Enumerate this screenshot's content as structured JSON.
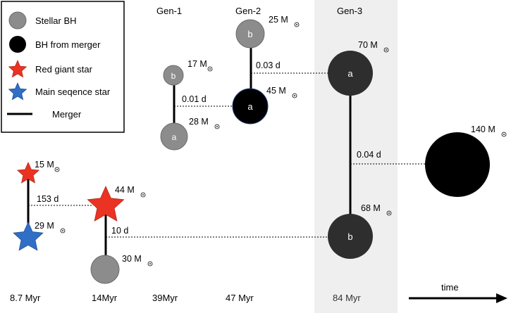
{
  "legend": {
    "items": [
      {
        "label": "Stellar BH",
        "symbol": "stellar-bh"
      },
      {
        "label": "BH from merger",
        "symbol": "merger-bh"
      },
      {
        "label": "Red giant star",
        "symbol": "red-giant"
      },
      {
        "label": "Main seqence star",
        "symbol": "main-sequence"
      },
      {
        "label": "Merger",
        "symbol": "merger-line"
      }
    ]
  },
  "generations": {
    "gen1": "Gen-1",
    "gen2": "Gen-2",
    "gen3": "Gen-3"
  },
  "separations": {
    "binary_stars": "153 d",
    "stars_to_gen3": "10 d",
    "gen1_to_gen2": "0.01 d",
    "gen2_to_gen3": "0.03 d",
    "gen3_to_final": "0.04 d"
  },
  "masses": {
    "red_giant_small": "15",
    "main_sequence": "29",
    "red_giant_large": "44",
    "stellar_bh_bottom": "30",
    "gen1_b": "17",
    "gen1_a": "28",
    "gen2_b": "25",
    "gen2_a": "45",
    "gen3_a": "70",
    "gen3_b": "68",
    "final": "140",
    "unit_symbol": "M"
  },
  "body_labels": {
    "gen1_b": "b",
    "gen1_a": "a",
    "gen2_b": "b",
    "gen2_a": "a",
    "gen3_a": "a",
    "gen3_b": "b"
  },
  "timeline": {
    "times": [
      "8.7 Myr",
      "14Myr",
      "39Myr",
      "47 Myr",
      "84 Myr"
    ],
    "arrow_label": "time"
  },
  "colors": {
    "stellar_bh": "#8c8c8c",
    "merger_bh": "#000000",
    "gen3_bh": "#2e2e2e",
    "red_giant": "#ea3323",
    "main_sequence": "#2f6fc6",
    "gen3_band": "#efefef",
    "line": "#000000"
  }
}
